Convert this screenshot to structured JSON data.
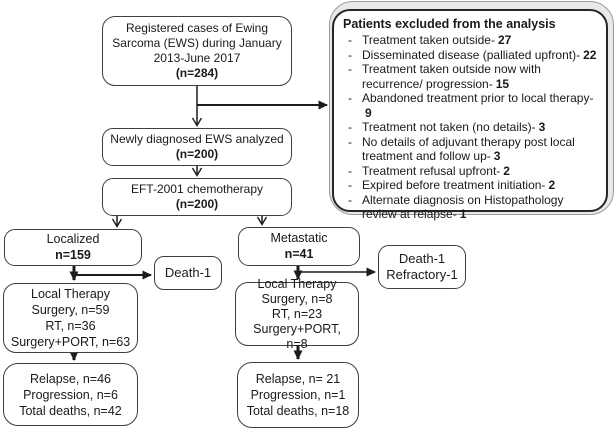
{
  "flow": {
    "registered": {
      "text": "Registered cases of Ewing Sarcoma (EWS) during January 2013-June 2017",
      "n": "(n=284)"
    },
    "newly_diagnosed": {
      "text": "Newly diagnosed EWS analyzed",
      "n": "(n=200)"
    },
    "chemotherapy": {
      "text": "EFT-2001 chemotherapy",
      "n": "(n=200)"
    },
    "localized": {
      "text": "Localized",
      "n": "n=159"
    },
    "metastatic": {
      "text": "Metastatic",
      "n": "n=41"
    },
    "death_localized": {
      "line1": "Death-1"
    },
    "death_metastatic": {
      "line1": "Death-1",
      "line2": "Refractory-1"
    },
    "local_therapy_localized": {
      "lines": [
        "Local Therapy",
        "Surgery, n=59",
        "RT, n=36",
        "Surgery+PORT, n=63"
      ]
    },
    "local_therapy_metastatic": {
      "lines": [
        "Local Therapy",
        "Surgery, n=8",
        "RT, n=23",
        "Surgery+PORT, n=8"
      ]
    },
    "outcome_localized": {
      "lines": [
        "Relapse, n=46",
        "Progression, n=6",
        "Total deaths, n=42"
      ]
    },
    "outcome_metastatic": {
      "lines": [
        "Relapse, n= 21",
        "Progression, n=1",
        "Total deaths, n=18"
      ]
    }
  },
  "exclusions": {
    "title": "Patients excluded from the analysis",
    "bullet": "-",
    "items": [
      {
        "text": "Treatment taken outside-",
        "value": "27"
      },
      {
        "text": "Disseminated disease (palliated upfront)-",
        "value": "22"
      },
      {
        "text": "Treatment taken outside now with recurrence/  progression-",
        "value": "15"
      },
      {
        "text": "Abandoned treatment prior to local therapy-",
        "value": "9"
      },
      {
        "text": "Treatment not taken (no details)-",
        "value": "3"
      },
      {
        "text": "No details of adjuvant therapy post local treatment and follow up-",
        "value": "3"
      },
      {
        "text": "Treatment refusal upfront-",
        "value": "2"
      },
      {
        "text": "Expired before treatment initiation-",
        "value": "2"
      },
      {
        "text": "Alternate diagnosis on Histopathology review at relapse-",
        "value": "1"
      }
    ]
  },
  "colors": {
    "box_border": "#3f3f3f",
    "panel_border": "#262626",
    "panel_shadow": "#e9e9e9",
    "arrow": "#1c1c1c",
    "text": "#1a1a1a"
  }
}
